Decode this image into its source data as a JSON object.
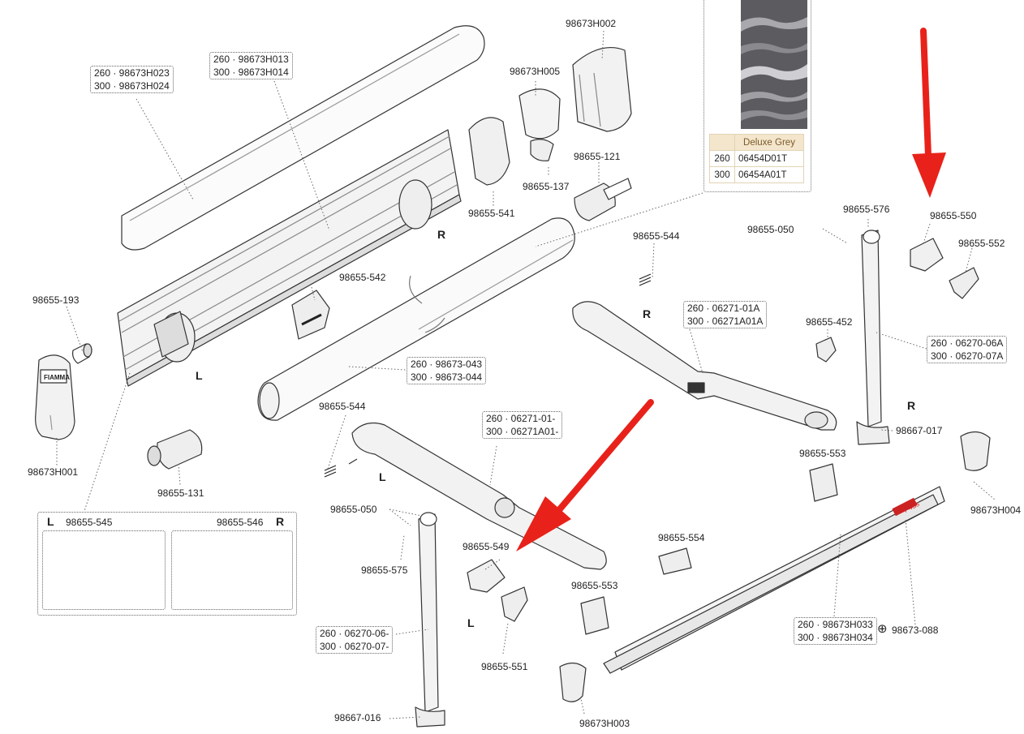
{
  "diagram": {
    "part_labels": [
      {
        "id": "p1",
        "text": "98673H002"
      },
      {
        "id": "p2",
        "text": "98673H005"
      },
      {
        "id": "p3",
        "text": "98655-137"
      },
      {
        "id": "p4",
        "text": "98655-121"
      },
      {
        "id": "p5",
        "text": "98655-541"
      },
      {
        "id": "p6",
        "text": "98655-542"
      },
      {
        "id": "p7",
        "text": "98655-193"
      },
      {
        "id": "p8",
        "text": "98673H001"
      },
      {
        "id": "p9",
        "text": "98655-131"
      },
      {
        "id": "p10",
        "text": "98655-544"
      },
      {
        "id": "p11",
        "text": "98655-576"
      },
      {
        "id": "p12",
        "text": "98655-550"
      },
      {
        "id": "p13",
        "text": "98655-050"
      },
      {
        "id": "p14",
        "text": "98655-552"
      },
      {
        "id": "p15",
        "text": "98655-452"
      },
      {
        "id": "p16",
        "text": "98667-017"
      },
      {
        "id": "p17",
        "text": "98655-553"
      },
      {
        "id": "p18",
        "text": "98673H004"
      },
      {
        "id": "p19",
        "text": "98655-544"
      },
      {
        "id": "p20",
        "text": "98655-050"
      },
      {
        "id": "p21",
        "text": "98655-575"
      },
      {
        "id": "p22",
        "text": "98655-549"
      },
      {
        "id": "p23",
        "text": "98655-554"
      },
      {
        "id": "p24",
        "text": "98655-553"
      },
      {
        "id": "p25",
        "text": "98655-551"
      },
      {
        "id": "p26",
        "text": "98673-088"
      },
      {
        "id": "p27",
        "text": "98667-016"
      },
      {
        "id": "p28",
        "text": "98673H003"
      }
    ],
    "size_boxes": [
      {
        "id": "b1",
        "lines": [
          "260 · 98673H023",
          "300 · 98673H024"
        ]
      },
      {
        "id": "b2",
        "lines": [
          "260 · 98673H013",
          "300 · 98673H014"
        ]
      },
      {
        "id": "b3",
        "lines": [
          "260 · 98673-043",
          "300 · 98673-044"
        ]
      },
      {
        "id": "b4",
        "lines": [
          "260 · 06271-01A",
          "300 · 06271A01A"
        ]
      },
      {
        "id": "b5",
        "lines": [
          "260 · 06270-06A",
          "300 · 06270-07A"
        ]
      },
      {
        "id": "b6",
        "lines": [
          "260 · 06271-01-",
          "300 · 06271A01-"
        ]
      },
      {
        "id": "b7",
        "lines": [
          "260 · 06270-06-",
          "300 · 06270-07-"
        ]
      },
      {
        "id": "b8",
        "lines": [
          "260 · 98673H033",
          "300 · 98673H034"
        ]
      }
    ],
    "side_markers": [
      {
        "id": "s1",
        "text": "R"
      },
      {
        "id": "s2",
        "text": "R"
      },
      {
        "id": "s3",
        "text": "R"
      },
      {
        "id": "s4",
        "text": "L"
      },
      {
        "id": "s5",
        "text": "L"
      },
      {
        "id": "s6",
        "text": "L"
      }
    ],
    "bracket_group": {
      "left_side": "L",
      "left_part": "98655-545",
      "right_part": "98655-546",
      "right_side": "R"
    },
    "fabric_table": {
      "header": "Deluxe Grey",
      "rows": [
        {
          "size": "260",
          "code": "06454D01T"
        },
        {
          "size": "300",
          "code": "06454A01T"
        }
      ]
    },
    "logo_text": "FIAMMA",
    "model_text": "F45s",
    "colors": {
      "arrow": "#e8221a",
      "line": "#333333",
      "fabric_dark": "#5a5a5e",
      "fabric_light": "#cfcfd3"
    },
    "annotations": [
      {
        "type": "arrow",
        "color": "red",
        "direction": "down"
      },
      {
        "type": "arrow",
        "color": "red",
        "direction": "down-left"
      }
    ]
  }
}
